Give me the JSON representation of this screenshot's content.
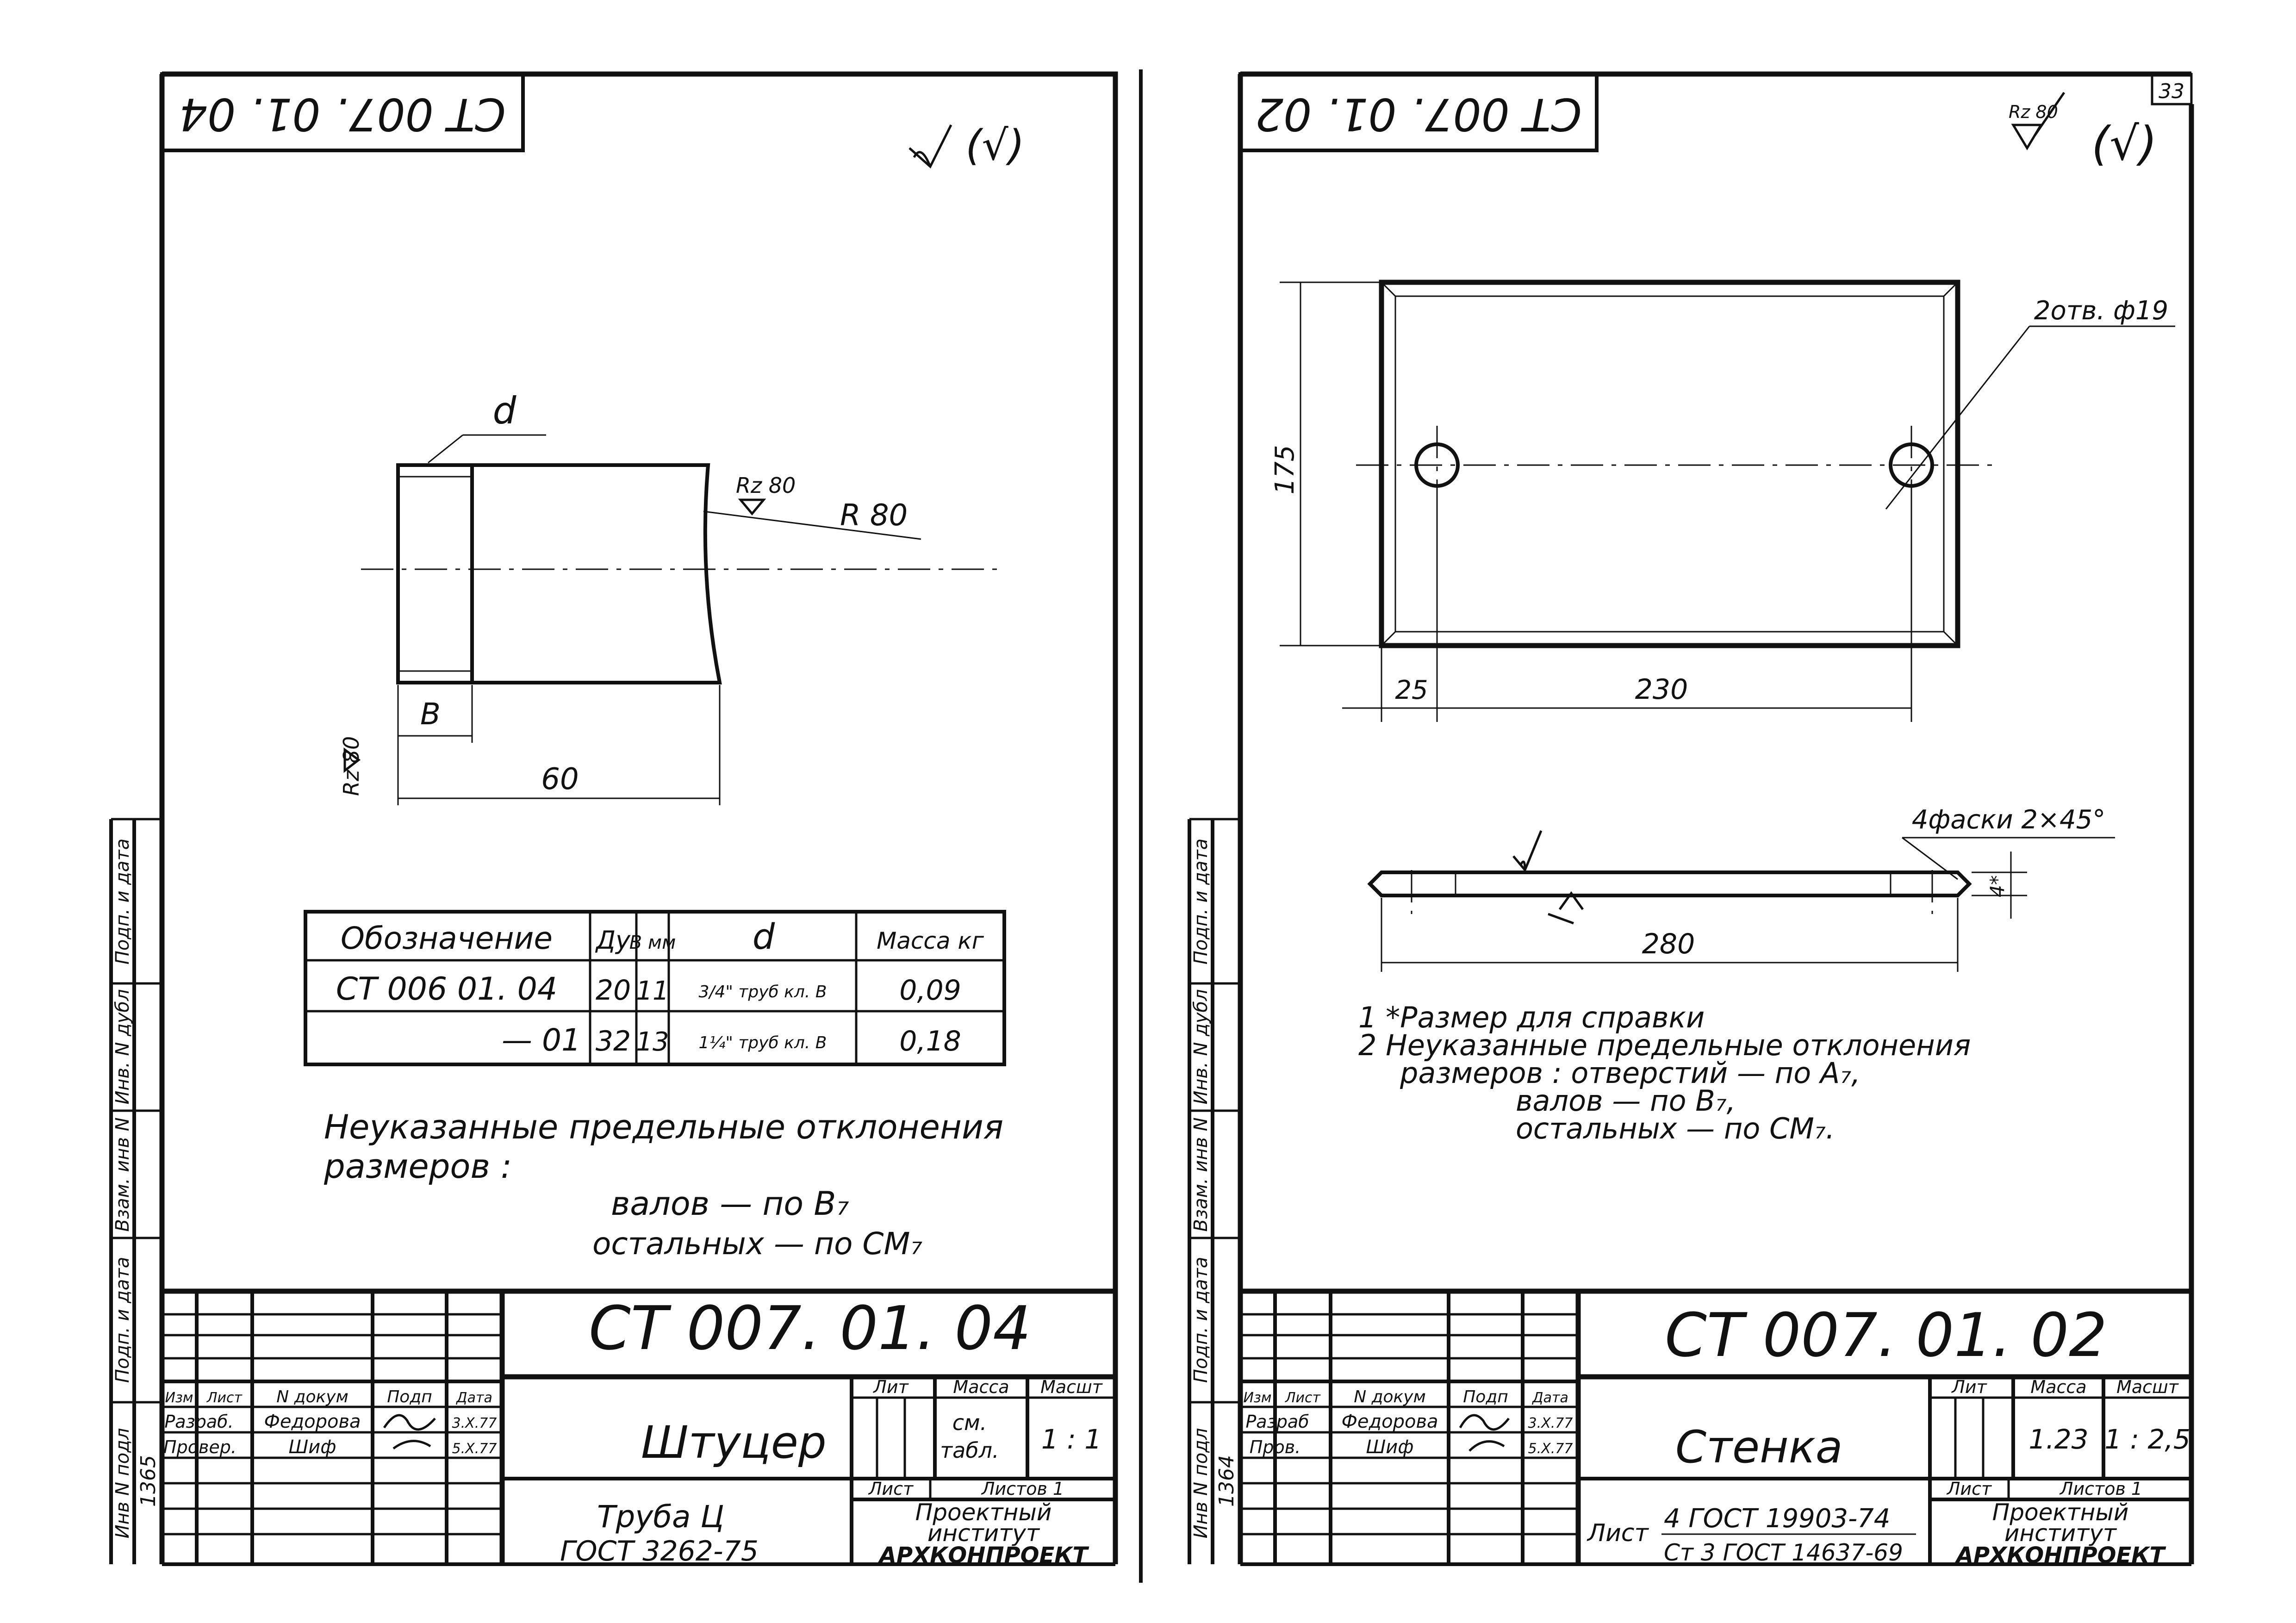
{
  "page_number": "33",
  "sheet_left": {
    "designation_rotated": "CT 007. 01. 04",
    "roughness_mark": "(√)",
    "labels": {
      "d": "d",
      "rz": "Rz 80",
      "r80": "R 80",
      "b": "B",
      "rz_side": "Rz 80",
      "dim60": "60"
    },
    "spec_table": {
      "headers": [
        "Обозначение",
        "Ду",
        "В мм",
        "d",
        "Масса кг"
      ],
      "rows": [
        [
          "СТ 006 01. 04",
          "20",
          "11",
          "3/4\" труб кл. В",
          "0,09"
        ],
        [
          "— 01",
          "32",
          "13",
          "1¼\" труб кл. В",
          "0,18"
        ]
      ]
    },
    "notes": {
      "line1": "Неуказанные предельные отклонения",
      "line2": "размеров :",
      "line3": "валов  — по В₇",
      "line4": "остальных — по СМ₇"
    },
    "title_block": {
      "designation": "СТ 007. 01. 04",
      "name": "Штуцер",
      "material_1": "Труба Ц",
      "material_2": "ГОСТ 3262-75",
      "head_izm": "Изм",
      "head_list": "Лист",
      "head_ndoc": "N докум",
      "head_podp": "Подп",
      "head_data": "Дата",
      "r1_role": "Разраб.",
      "r1_name": "Федорова",
      "r1_date": "3.X.77",
      "r2_role": "Провер.",
      "r2_name": "Шиф",
      "r2_date": "5.X.77",
      "lit": "Лит",
      "massa": "Масса",
      "masht": "Масшт",
      "massa_val_1": "см.",
      "massa_val_2": "табл.",
      "scale": "1 : 1",
      "sheet": "Лист",
      "sheets": "Листов 1",
      "org_1": "Проектный",
      "org_2": "институт",
      "org_3": "АРХКОНПРОЕКТ"
    },
    "side_strip": [
      "Подп. и дата",
      "Инв. N дубл",
      "Взам. инв N",
      "Подп. и дата",
      "Инв N подл"
    ],
    "inv_handwritten": "1365"
  },
  "sheet_right": {
    "designation_rotated": "CT 007. 01. 02",
    "roughness_mark": "(√)",
    "rz": "Rz 80",
    "labels": {
      "holes": "2отв. ф19",
      "dim175": "175",
      "dim25": "25",
      "dim230": "230",
      "chamfer": "4фаски 2×45°",
      "dim4": "4*",
      "dim280": "280"
    },
    "notes": {
      "n1": "1  *Размер для справки",
      "n2": "2  Неуказанные предельные отклонения",
      "n3": "размеров :  отверстий  — по А₇,",
      "n4": "валов  — по В₇,",
      "n5": "остальных — по СМ₇."
    },
    "title_block": {
      "designation": "СТ 007. 01. 02",
      "name": "Стенка",
      "material_label": "Лист",
      "material_1": "4 ГОСТ 19903-74",
      "material_2": "Ст 3 ГОСТ 14637-69",
      "head_izm": "Изм",
      "head_list": "Лист",
      "head_ndoc": "N докум",
      "head_podp": "Подп",
      "head_data": "Дата",
      "r1_role": "Разраб",
      "r1_name": "Федорова",
      "r1_date": "3.X.77",
      "r2_role": "Пров.",
      "r2_name": "Шиф",
      "r2_date": "5.X.77",
      "lit": "Лит",
      "massa": "Масса",
      "masht": "Масшт",
      "massa_val": "1.23",
      "scale": "1 : 2,5",
      "sheet": "Лист",
      "sheets": "Листов 1",
      "org_1": "Проектный",
      "org_2": "институт",
      "org_3": "АРХКОНПРОЕКТ"
    },
    "side_strip": [
      "Подп. и дата",
      "Инв. N дубл",
      "Взам. инв N",
      "Подп. и дата",
      "Инв N подл"
    ],
    "inv_handwritten": "1364"
  }
}
